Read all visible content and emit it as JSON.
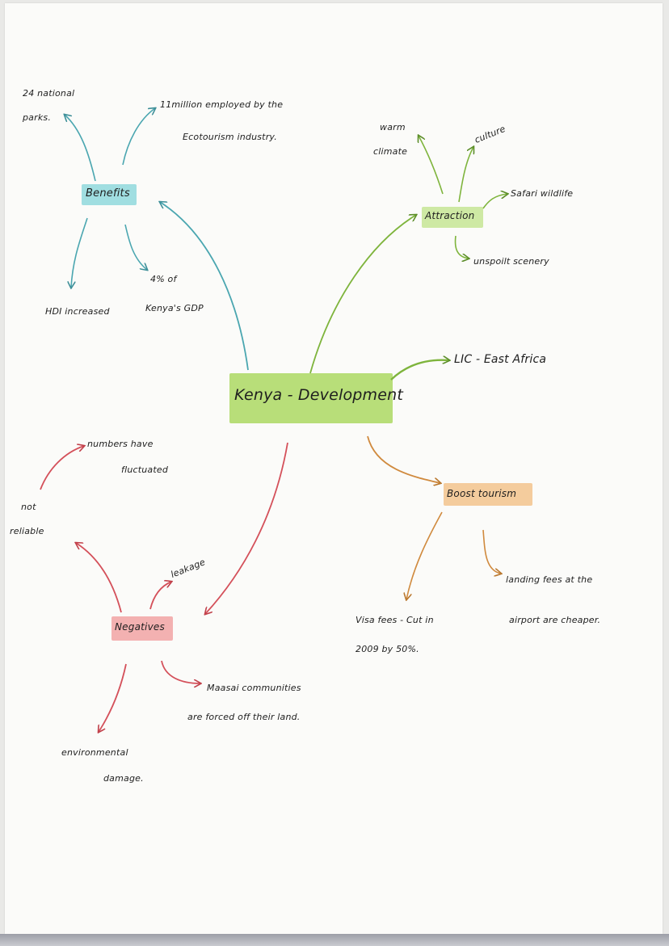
{
  "colors": {
    "paper": "#fbfbf9",
    "ink": "#1e1e1e",
    "benefits": "#56b8c1",
    "attraction": "#8bc34a",
    "center": "#a5d65a",
    "boost": "#e39a4d",
    "negatives": "#dd5b63"
  },
  "center": {
    "title": "Kenya - Development"
  },
  "benefits": {
    "label": "Benefits",
    "parks": [
      "24 national",
      "parks."
    ],
    "employed": [
      "11million employed by the",
      "Ecotourism industry."
    ],
    "hdi": "HDI increased",
    "gdp": [
      "4% of",
      "Kenya's GDP"
    ]
  },
  "attraction": {
    "label": "Attraction",
    "climate": [
      "warm",
      "climate"
    ],
    "culture": "culture",
    "safari": "Safari wildlife",
    "scenery": "unspoilt scenery"
  },
  "lic": "LIC - East Africa",
  "boost": {
    "label": "Boost tourism",
    "visa": [
      "Visa fees - Cut in",
      "2009 by 50%."
    ],
    "landing": [
      "landing fees at the",
      "airport are cheaper."
    ]
  },
  "negatives": {
    "label": "Negatives",
    "numbers": [
      "numbers have",
      "fluctuated"
    ],
    "reliable": [
      "not",
      "reliable"
    ],
    "leakage": "leakage",
    "maasai": [
      "Maasai communities",
      "are forced off their land."
    ],
    "environment": [
      "environmental",
      "damage."
    ]
  }
}
